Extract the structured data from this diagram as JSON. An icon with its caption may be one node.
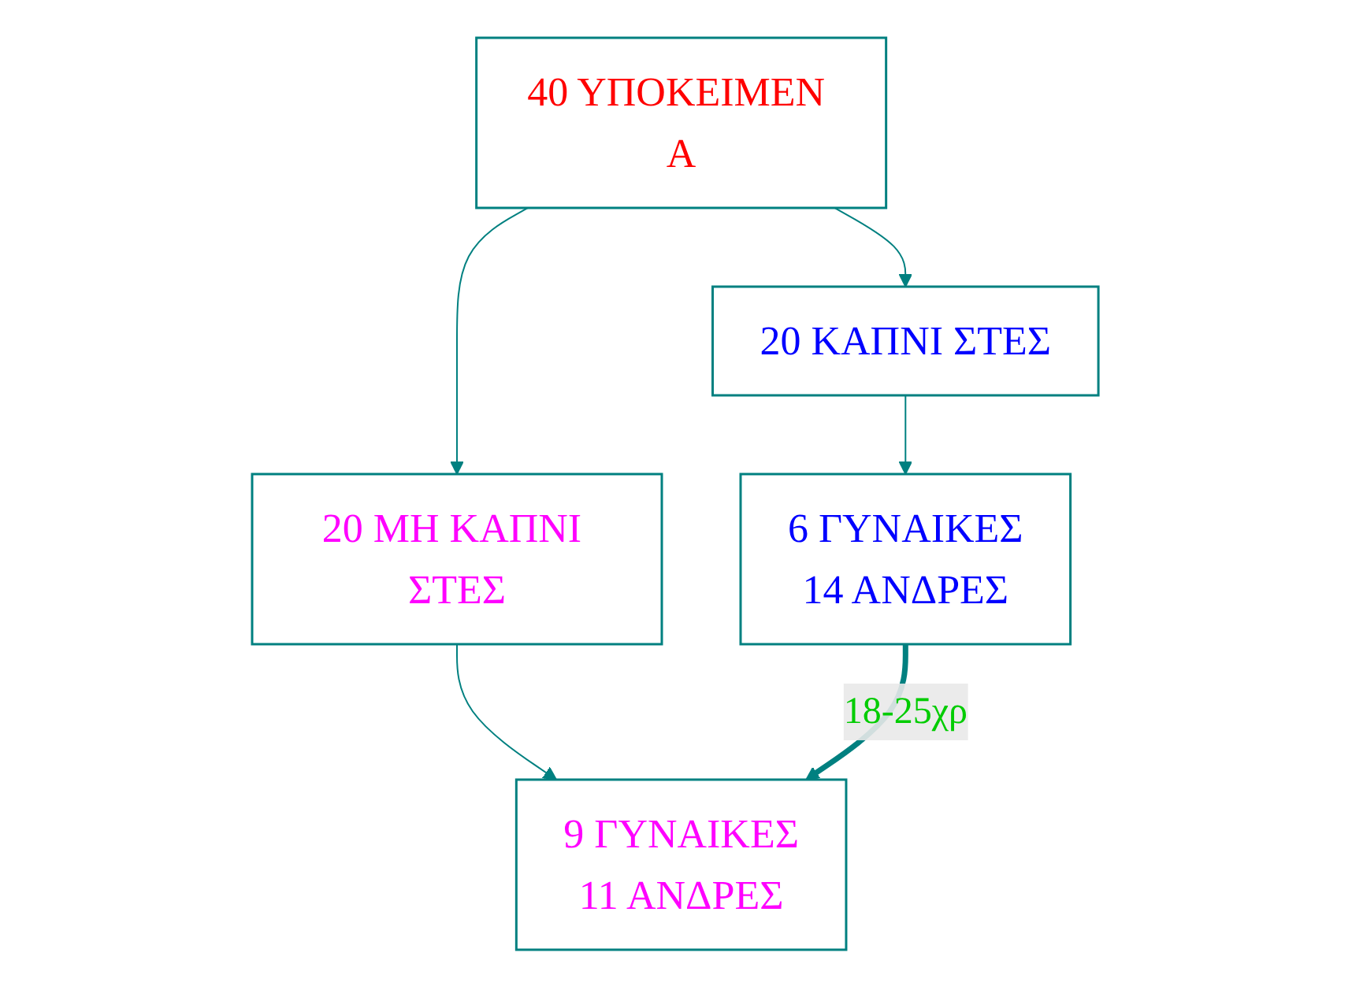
{
  "diagram": {
    "nodes": [
      {
        "text": [
          "40 ΥΠΟΚΕΙΜΕΝ Α"
        ]
      },
      {
        "text": [
          "20 ΚΑΠΝΙ ΣΤΕΣ"
        ]
      },
      {
        "text": [
          "20 ΜΗ ΚΑΠΝΙ ΣΤΕΣ"
        ]
      },
      {
        "text": [
          "6 ΓΥΝΑΙΚΕΣ",
          "14 ΑΝΔΡΕΣ"
        ]
      },
      {
        "text": [
          "9 ΓΥΝΑΙΚΕΣ",
          "11 ΑΝΔΡΕΣ"
        ]
      }
    ],
    "edges": [
      {
        "from": 0,
        "to": 1,
        "arrow": "to"
      },
      {
        "from": 0,
        "to": 2,
        "arrow": "to"
      },
      {
        "from": 1,
        "to": 3,
        "arrow": "to"
      },
      {
        "from": 2,
        "to": 4,
        "arrow": "to"
      },
      {
        "from": 3,
        "to": 4,
        "arrow": "to",
        "label": "18-25χρ",
        "style": "thick"
      }
    ]
  }
}
